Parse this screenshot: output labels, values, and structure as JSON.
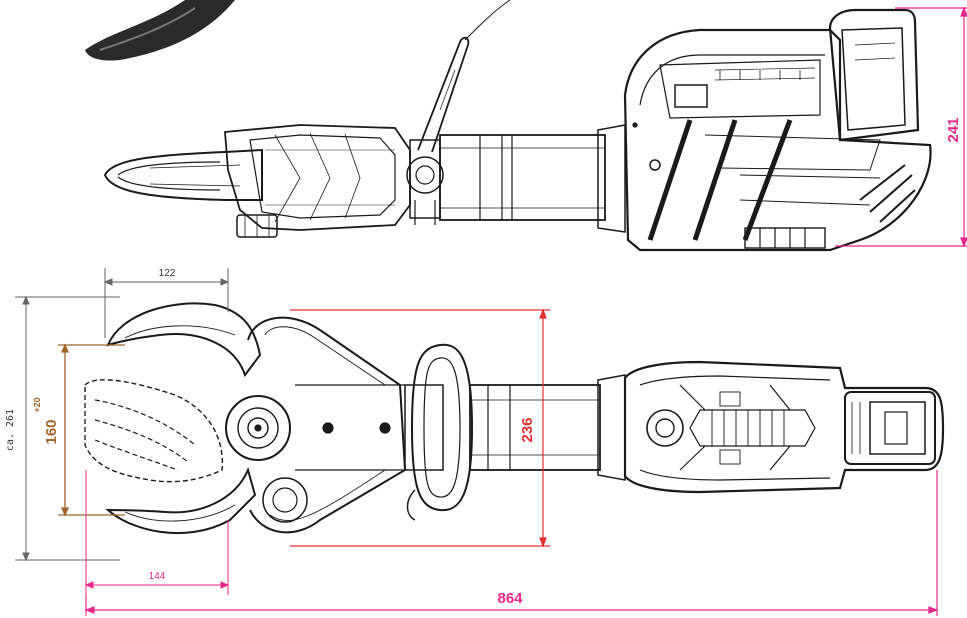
{
  "dimensions": {
    "height_top": "241",
    "handle_height": "236",
    "total_length": "864",
    "opening_primary": "160",
    "opening_tolerance": "+20",
    "overall_height": "ca. 261",
    "blade_width_top": "122",
    "blade_width_bottom": "144"
  },
  "colors": {
    "pink": "#e8288c",
    "red": "#e53030",
    "brown": "#a0652a",
    "black": "#1a1a1a",
    "gray": "#666666"
  }
}
